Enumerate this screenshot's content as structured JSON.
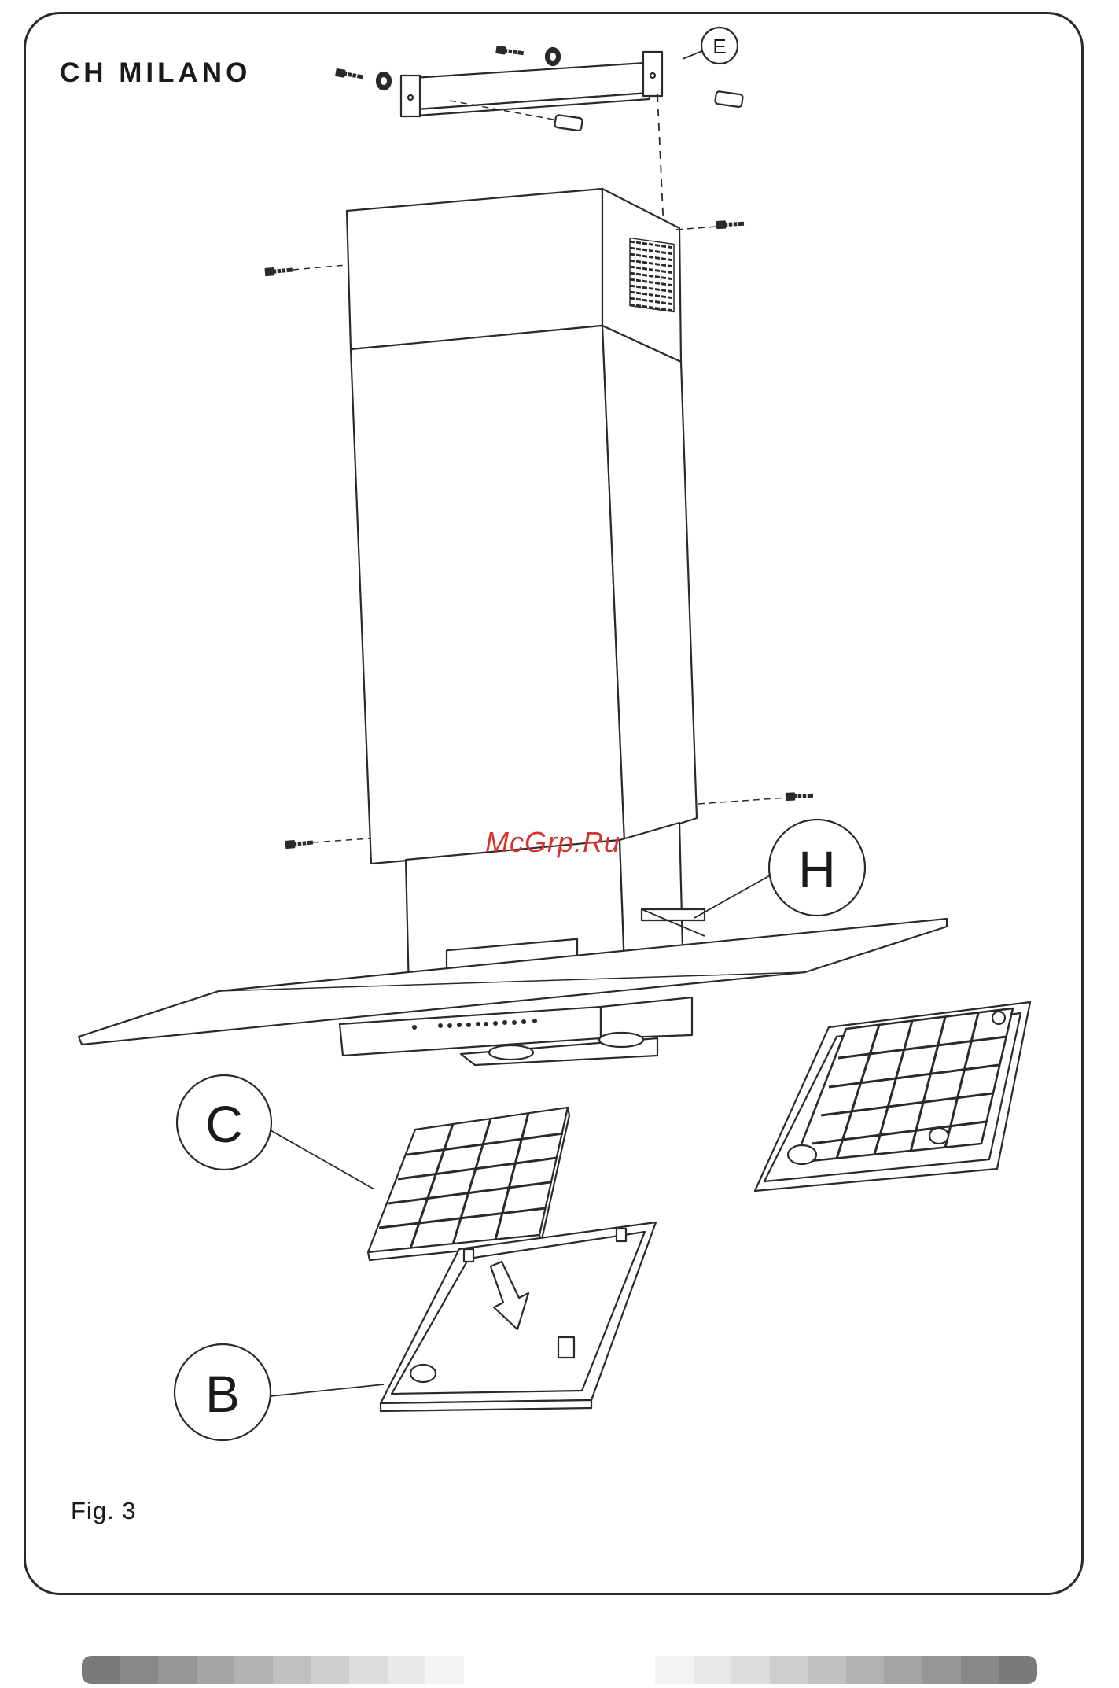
{
  "page": {
    "title": "CH MILANO",
    "figure_label": "Fig. 3",
    "watermark": "McGrp.Ru"
  },
  "callouts": {
    "E": "E",
    "H": "H",
    "C": "C",
    "B": "B"
  },
  "colors": {
    "line": "#2a2a2a",
    "watermark": "#d8322c",
    "footer_gradient": [
      "#7a7a7a",
      "#888888",
      "#969696",
      "#a4a4a4",
      "#b2b2b2",
      "#c0c0c0",
      "#cecece",
      "#dcdcdc",
      "#e8e8e8",
      "#f3f3f3",
      "#ffffff",
      "#ffffff",
      "#ffffff",
      "#ffffff",
      "#ffffff",
      "#f3f3f3",
      "#e8e8e8",
      "#dcdcdc",
      "#cecece",
      "#c0c0c0",
      "#b2b2b2",
      "#a4a4a4",
      "#969696",
      "#888888",
      "#7a7a7a"
    ]
  }
}
